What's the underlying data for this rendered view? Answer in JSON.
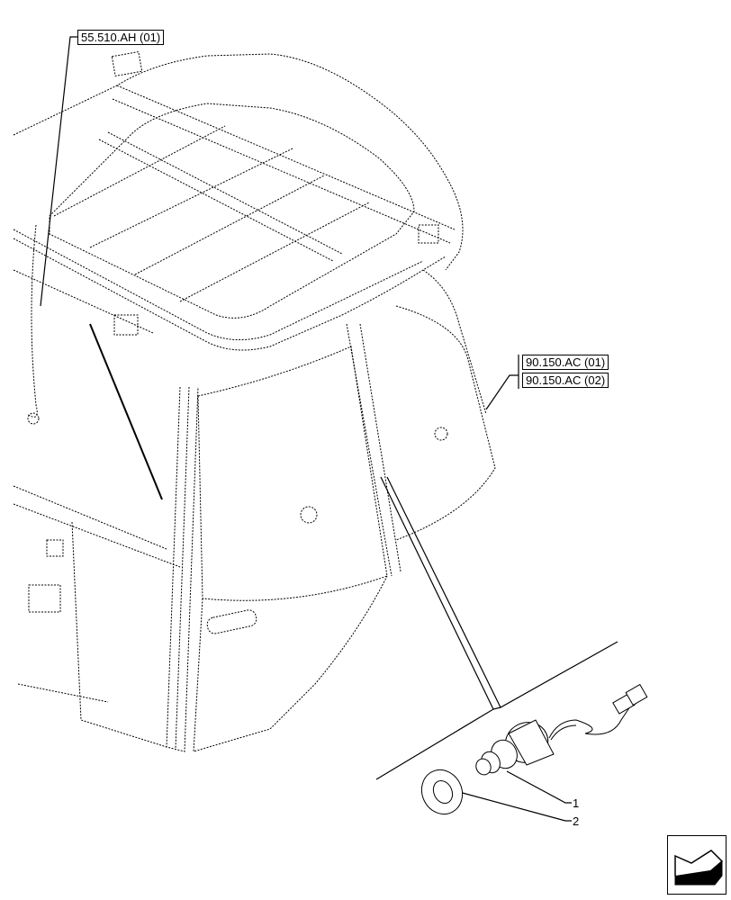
{
  "diagram": {
    "type": "exploded-parts-view",
    "subject": "Cab with rear window, roof frame, harness and switch assembly",
    "colors": {
      "line": "#000000",
      "background": "#ffffff"
    }
  },
  "references": [
    {
      "id": "ref-55510AH-01",
      "label": "55.510.AH (01)"
    },
    {
      "id": "ref-90150AC-01",
      "label": "90.150.AC (01)"
    },
    {
      "id": "ref-90150AC-02",
      "label": "90.150.AC (02)"
    }
  ],
  "callouts": [
    {
      "number": "1",
      "part": "switch with harness connector"
    },
    {
      "number": "2",
      "part": "washer ring"
    }
  ],
  "navigation": {
    "icon": "next-page-arrow-icon"
  }
}
